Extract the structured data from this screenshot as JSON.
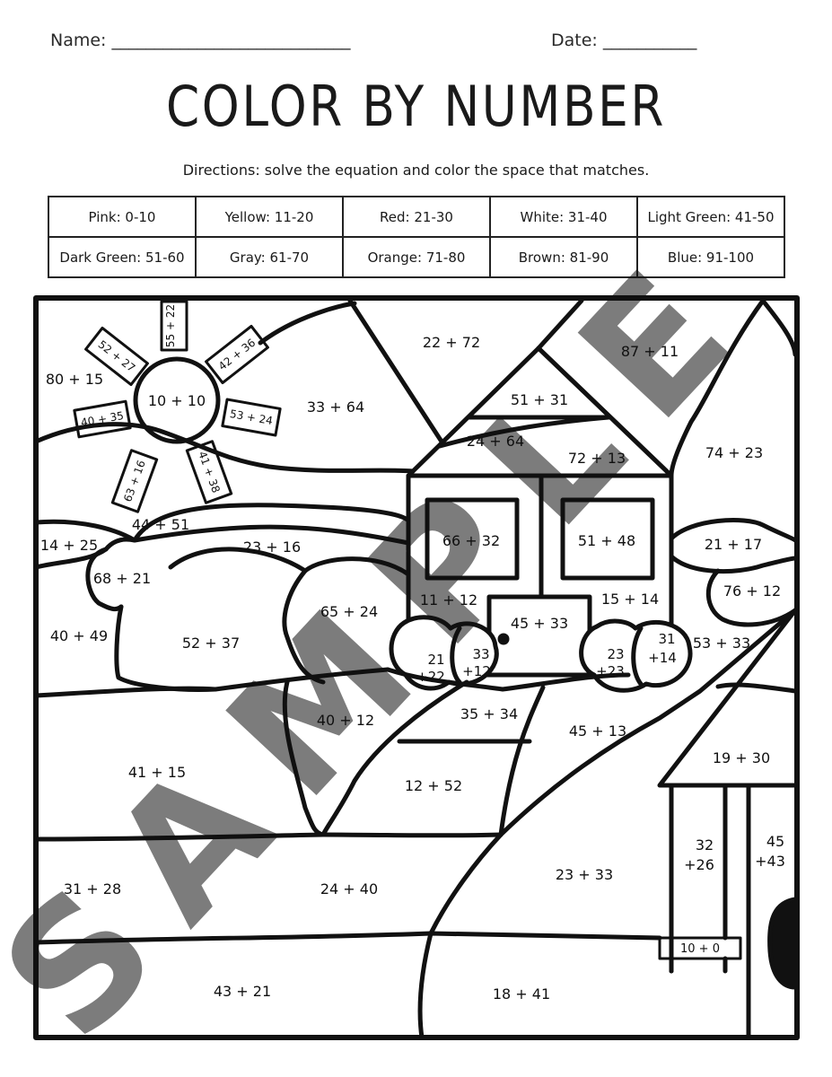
{
  "header": {
    "name_label": "Name: ____________________________",
    "date_label": "Date: ___________"
  },
  "title": "COLOR BY NUMBER",
  "directions": "Directions: solve the equation and color the space that matches.",
  "legend": [
    [
      "Pink:  0-10",
      "Yellow:  11-20",
      "Red:  21-30",
      "White:  31-40",
      "Light Green:  41-50"
    ],
    [
      "Dark Green:  51-60",
      "Gray:  61-70",
      "Orange:  71-80",
      "Brown:  81-90",
      "Blue:  91-100"
    ]
  ],
  "watermark": "SAMPLE",
  "regions": {
    "sun_center": "10 + 10",
    "ray_top": "55 + 22",
    "ray_upper_left": "52 + 27",
    "ray_upper_right": "42 + 36",
    "ray_left": "40 + 35",
    "ray_right": "53 + 24",
    "ray_lower_left": "63 + 16",
    "ray_lower_right": "41 + 38",
    "sky_left": "80 + 15",
    "sky_mid": "33 + 64",
    "sky_top": "22 + 72",
    "sky_right": "87 + 11",
    "roof_peak": "51 + 31",
    "roof_mid": "24 + 64",
    "roof_right": "72 + 13",
    "sky_far_right": "74 + 23",
    "hill_back": "44 + 51",
    "cloud_small": "14 + 25",
    "hill_left": "68 + 21",
    "hill_mid": "23 + 16",
    "hill_far_left": "40 + 49",
    "hill_center": "52 + 37",
    "window_left": "66 + 32",
    "window_right": "51 + 48",
    "house_wall_left": "11 + 12",
    "house_wall_right": "15 + 14",
    "door": "45 + 33",
    "bush_left_a_1": "21",
    "bush_left_a_2": "+22",
    "bush_left_b_1": "33",
    "bush_left_b_2": "+12",
    "bush_right_a_1": "23",
    "bush_right_a_2": "+23",
    "bush_right_b_1": "31",
    "bush_right_b_2": "+14",
    "cloud_right": "21 + 17",
    "hill_right": "76 + 12",
    "grass_right": "53 + 33",
    "tree_mid": "65 + 24",
    "path_top": "35 + 34",
    "field_mid": "40 + 12",
    "field_right": "45 + 13",
    "field_left": "41 + 15",
    "path_mid": "12 + 52",
    "shed_roof": "19 + 30",
    "post_1": "32",
    "post_2": "+26",
    "shed_side_1": "45",
    "shed_side_2": "+43",
    "ground_left": "31 + 28",
    "ground_mid": "24 + 40",
    "ground_right": "23 + 33",
    "sign": "10 + 0",
    "bottom_left": "43 + 21",
    "bottom_mid": "18 + 41"
  }
}
